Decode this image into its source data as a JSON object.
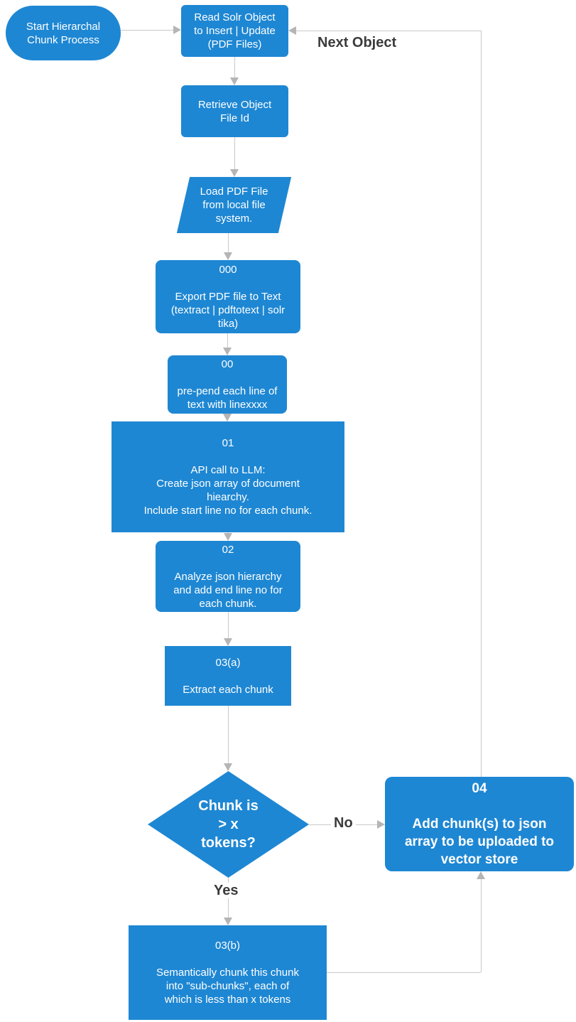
{
  "palette": {
    "node_blue": "#1e87d3",
    "edge_gray": "#c9c9c9",
    "label_dark": "#3b3b3b"
  },
  "nodes": {
    "start": {
      "text": "Start Hierarchal\nChunk Process"
    },
    "read_solr": {
      "text": "Read Solr Object\nto Insert | Update\n(PDF Files)"
    },
    "retrieve": {
      "text": "Retrieve Object\nFile Id"
    },
    "load_pdf": {
      "text": "Load PDF File\nfrom local file\nsystem."
    },
    "export_pdf": {
      "id": "000",
      "text": "Export PDF file to Text\n(textract | pdftotext | solr\ntika)"
    },
    "prepend": {
      "id": "00",
      "text": "pre-pend each line of\ntext with linexxxx"
    },
    "api_call": {
      "id": "01",
      "text": "API call to LLM:\nCreate json array of document\nhiearchy.\nInclude start line no for each chunk."
    },
    "analyze": {
      "id": "02",
      "text": "Analyze json hierarchy\nand add end line no for\neach chunk."
    },
    "extract": {
      "id": "03(a)",
      "text": "Extract each chunk"
    },
    "decision": {
      "text": "Chunk is\n> x\ntokens?"
    },
    "add_chunks": {
      "id": "04",
      "text": "Add chunk(s) to json\narray to be uploaded to\nvector  store"
    },
    "semantic_chunk": {
      "id": "03(b)",
      "text": "Semantically chunk this chunk\ninto \"sub-chunks\", each of\nwhich is less than x tokens"
    }
  },
  "edge_labels": {
    "next_object": "Next Object",
    "no": "No",
    "yes": "Yes"
  }
}
